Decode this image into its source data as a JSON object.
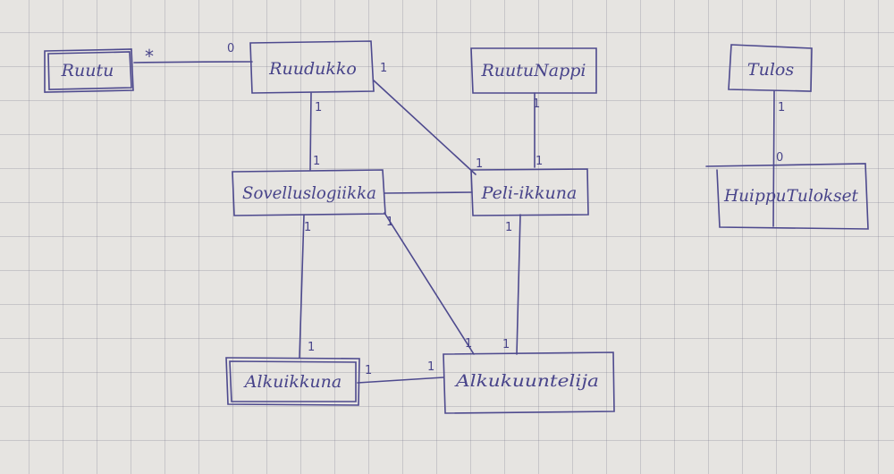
{
  "classes": {
    "ruutu": "Ruutu",
    "ruudukko": "Ruudukko",
    "ruutunappi": "RuutuNappi",
    "tulos": "Tulos",
    "sovelluslogiikka": "Sovelluslogiikka",
    "peli_ikkuna": "Peli-ikkuna",
    "huipputulokset": "HuippuTulokset",
    "alkuikkuna": "Alkuikkuna",
    "alkukuuntelija": "Alkukuuntelija"
  },
  "multiplicities": {
    "ruutu_ruudukko_star": "*",
    "ruutu_ruudukko_zero": "0",
    "ruudukko_pelikkuna_a": "1",
    "ruudukko_pelikkuna_b": "1",
    "ruudukko_sovellus_a": "1",
    "ruudukko_sovellus_b": "1",
    "ruutunappi_pelikkuna_a": "1",
    "ruutunappi_pelikkuna_b": "1",
    "tulos_huippu_a": "1",
    "tulos_huippu_b": "0",
    "sovellus_alkuikkuna_a": "1",
    "sovellus_alkuikkuna_b": "1",
    "sovellus_alkukuuntelija_a": "1",
    "sovellus_alkukuuntelija_b": "1",
    "pelikkuna_alkukuuntelija_a": "1",
    "pelikkuna_alkukuuntelija_b": "1",
    "alkuikkuna_alkukuuntelija_a": "1",
    "alkuikkuna_alkukuuntelija_b": "1"
  }
}
